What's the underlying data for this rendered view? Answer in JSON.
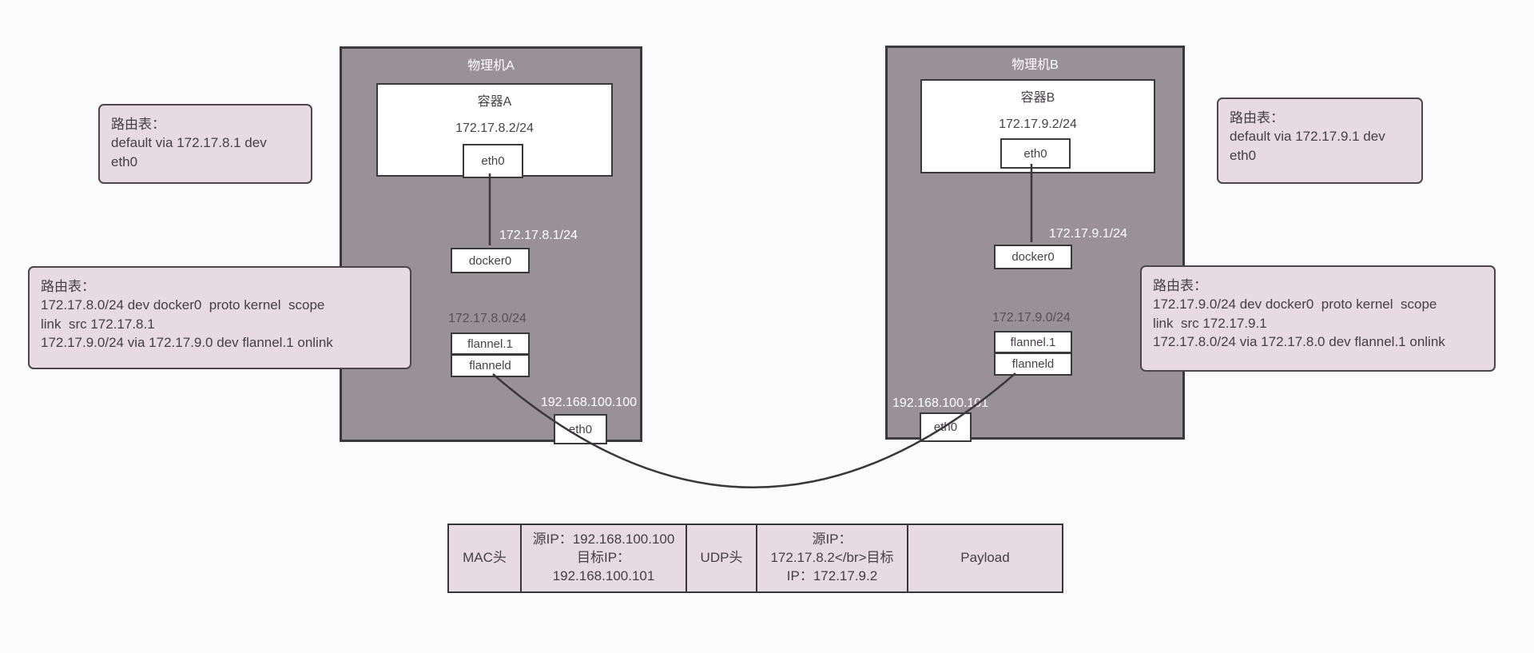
{
  "colors": {
    "background": "#fcfbfc",
    "machine_fill": "#9a9197",
    "machine_border": "#3b383b",
    "note_fill": "#e7dbe1",
    "note_border": "#4a4649",
    "box_fill": "#ffffff",
    "box_border": "#3b383b",
    "text_dark": "#454146",
    "text_light": "#ffffff",
    "subnet_text": "#565055",
    "line": "#3b383b"
  },
  "machine_a": {
    "title": "物理机A",
    "container": {
      "title": "容器A",
      "ip": "172.17.8.2/24",
      "eth_label": "eth0"
    },
    "docker0_ip": "172.17.8.1/24",
    "docker0_label": "docker0",
    "flannel_subnet": "172.17.8.0/24",
    "flannel_iface": "flannel.1",
    "flanneld_label": "flanneld",
    "host_ip": "192.168.100.100",
    "host_eth": "eth0"
  },
  "machine_b": {
    "title": "物理机B",
    "container": {
      "title": "容器B",
      "ip": "172.17.9.2/24",
      "eth_label": "eth0"
    },
    "docker0_ip": "172.17.9.1/24",
    "docker0_label": "docker0",
    "flannel_subnet": "172.17.9.0/24",
    "flannel_iface": "flannel.1",
    "flanneld_label": "flanneld",
    "host_ip": "192.168.100.101",
    "host_eth": "eth0"
  },
  "notes": {
    "a_default": {
      "lines": [
        "路由表：",
        "default via 172.17.8.1 dev",
        "eth0"
      ]
    },
    "b_default": {
      "lines": [
        "路由表：",
        "default via 172.17.9.1 dev",
        "eth0"
      ]
    },
    "a_host": {
      "lines": [
        "路由表：",
        "172.17.8.0/24 dev docker0  proto kernel  scope",
        "link  src 172.17.8.1",
        "172.17.9.0/24 via 172.17.9.0 dev flannel.1 onlink"
      ]
    },
    "b_host": {
      "lines": [
        "路由表：",
        "172.17.9.0/24 dev docker0  proto kernel  scope",
        "link  src 172.17.9.1",
        "172.17.8.0/24 via 172.17.8.0 dev flannel.1 onlink"
      ]
    }
  },
  "packet": {
    "cells": [
      {
        "name": "mac-header",
        "lines": [
          "MAC头"
        ]
      },
      {
        "name": "outer-ip",
        "lines": [
          "源IP：192.168.100.100",
          "目标IP：",
          "192.168.100.101"
        ]
      },
      {
        "name": "udp-header",
        "lines": [
          "UDP头"
        ]
      },
      {
        "name": "inner-ip",
        "lines": [
          "源IP：",
          "172.17.8.2</br>目标",
          "IP：172.17.9.2"
        ]
      },
      {
        "name": "payload",
        "lines": [
          "Payload"
        ]
      }
    ]
  }
}
